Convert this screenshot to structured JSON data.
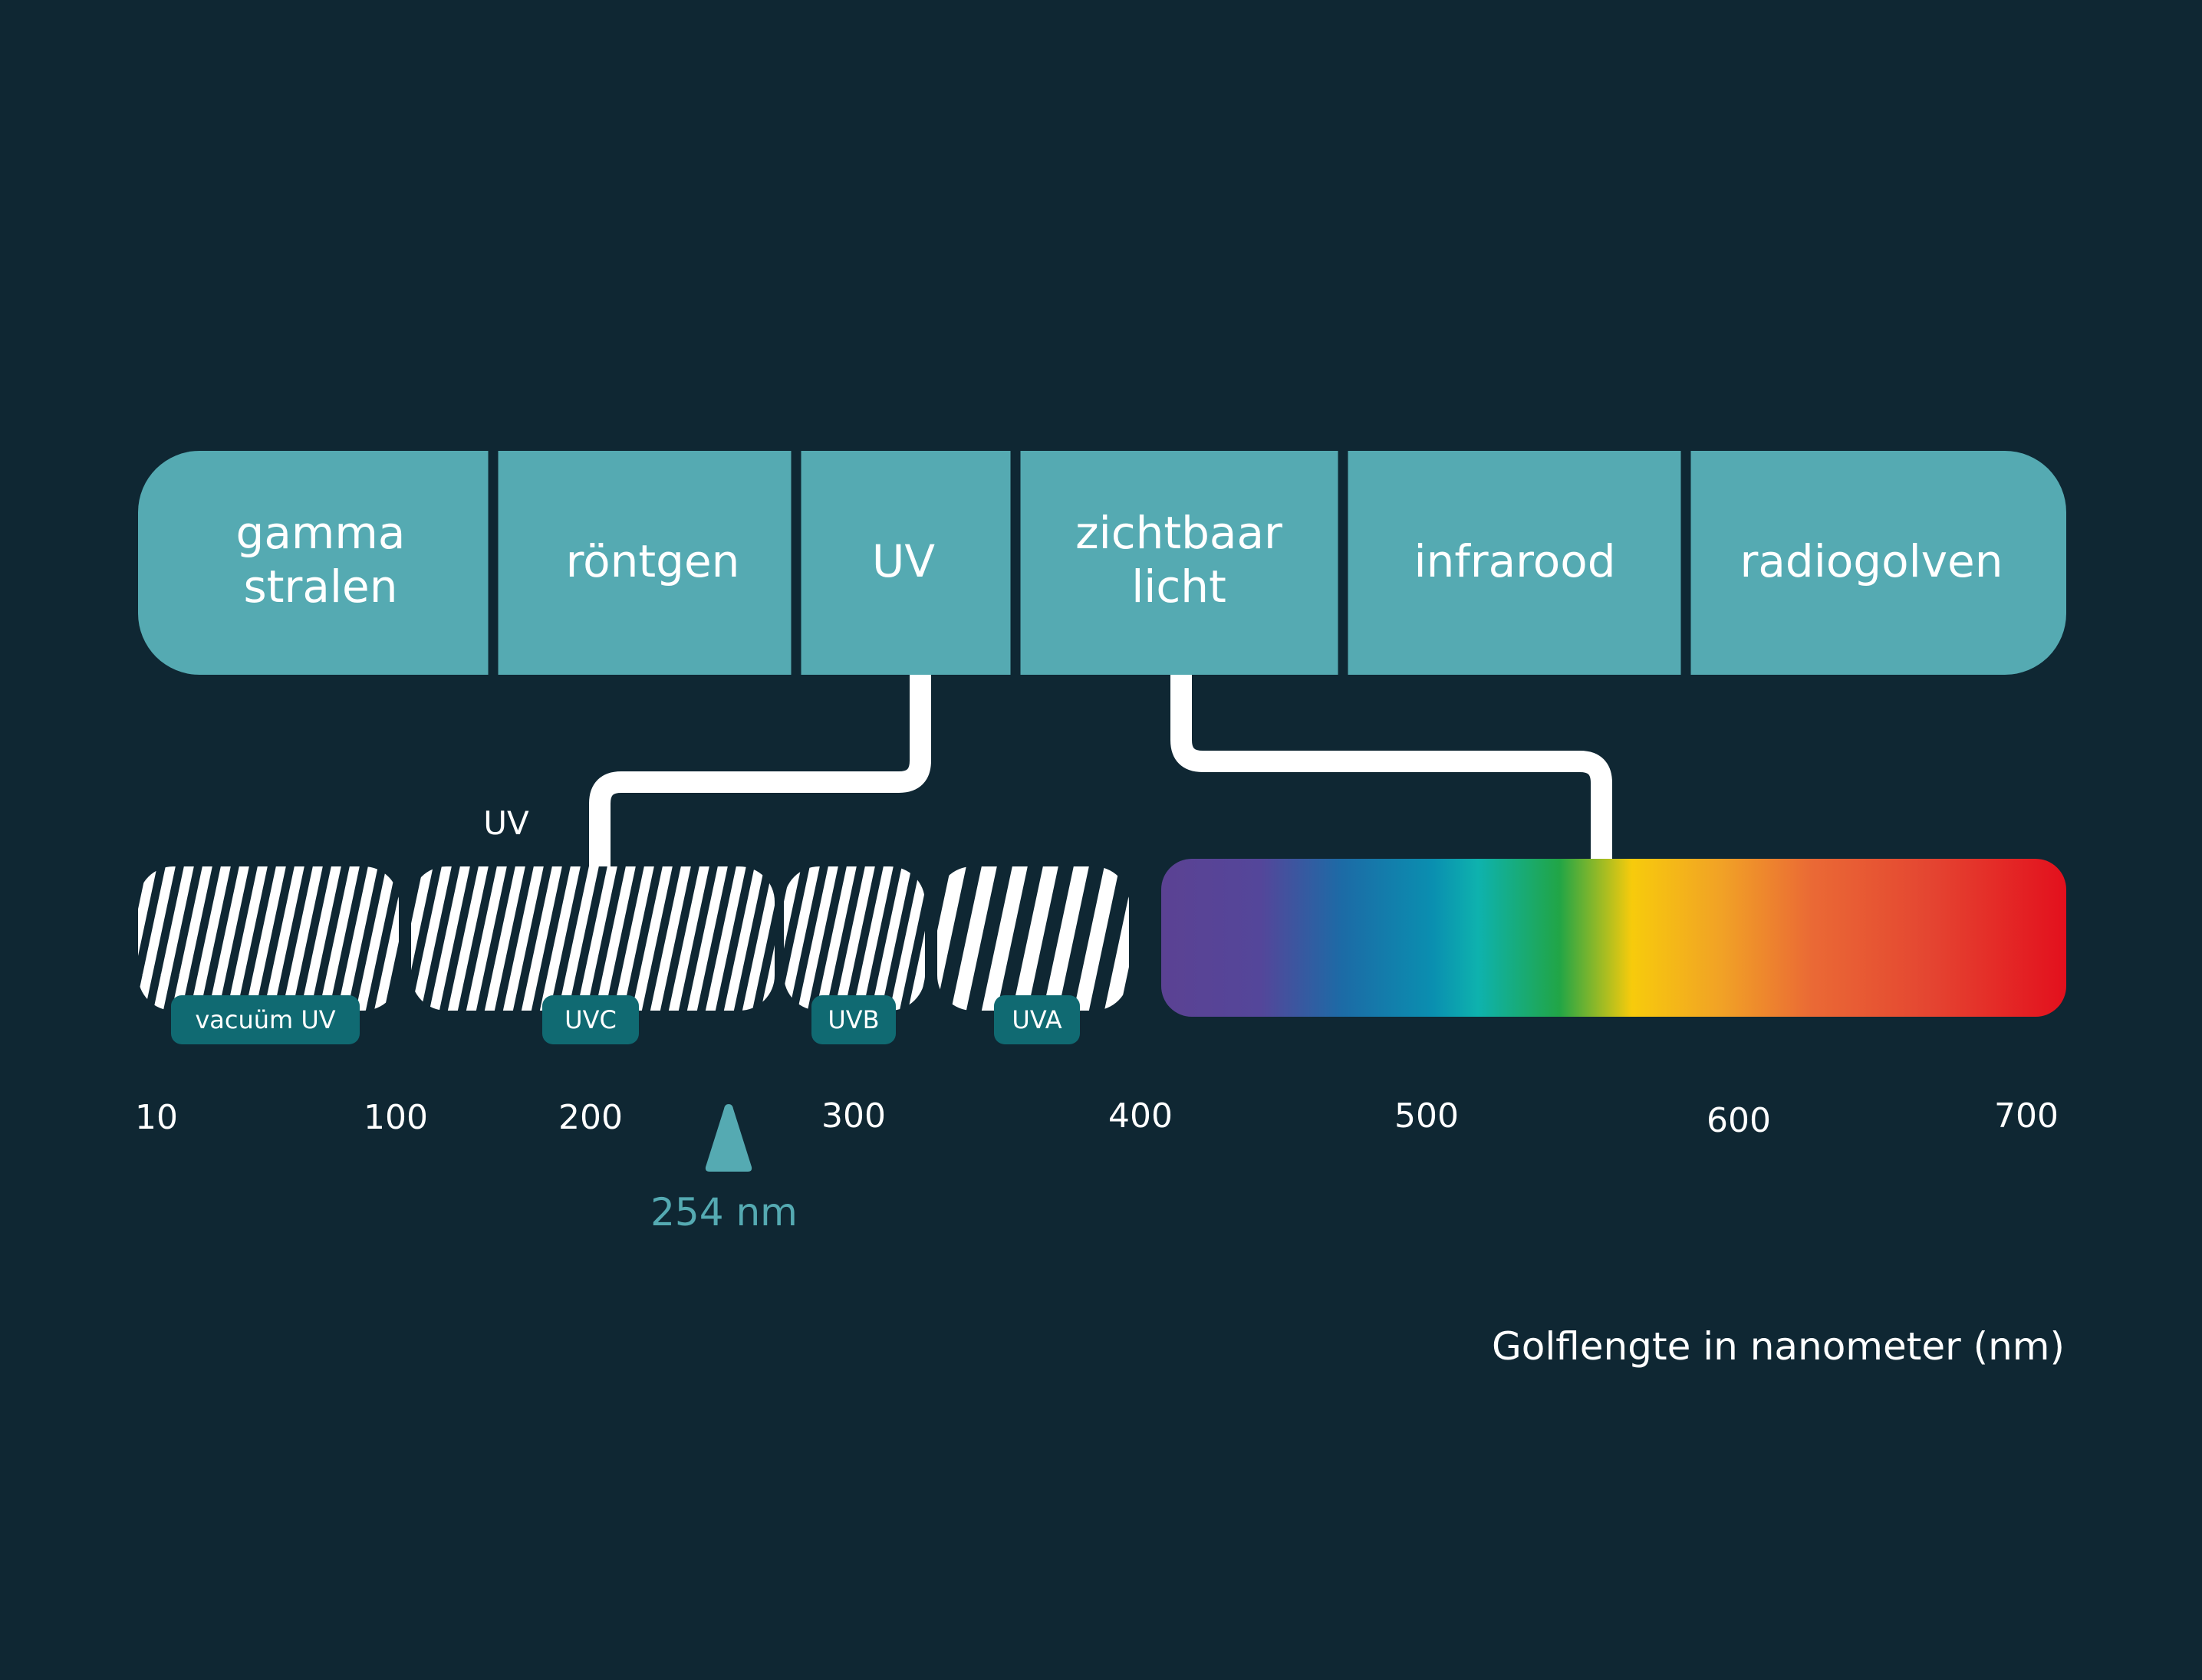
{
  "colors": {
    "background": "#0f2733",
    "band": "#55aab2",
    "badge": "#106a72",
    "connector": "#ffffff",
    "marker": "#55aab2"
  },
  "spectrum_bands": [
    {
      "line1": "gamma",
      "line2": "stralen"
    },
    {
      "line1": "röntgen",
      "line2": ""
    },
    {
      "line1": "UV",
      "line2": ""
    },
    {
      "line1": "zichtbaar",
      "line2": "licht"
    },
    {
      "line1": "infrarood",
      "line2": ""
    },
    {
      "line1": "radiogolven",
      "line2": ""
    }
  ],
  "uv_subdivision": {
    "title": "UV",
    "segments": [
      "vacuüm UV",
      "UVC",
      "UVB",
      "UVA"
    ]
  },
  "visible_spectrum_colors": [
    "#5b4293",
    "#54469a",
    "#1c6ba6",
    "#0a8fb0",
    "#0eb2ae",
    "#21a546",
    "#f7cb0c",
    "#f1a126",
    "#ea6935",
    "#e44531",
    "#e3101d"
  ],
  "axis": {
    "ticks": [
      "10",
      "100",
      "200",
      "300",
      "400",
      "500",
      "600",
      "700"
    ],
    "title": "Golflengte in nanometer (nm)"
  },
  "marker": {
    "label": "254 nm",
    "value": 254
  }
}
